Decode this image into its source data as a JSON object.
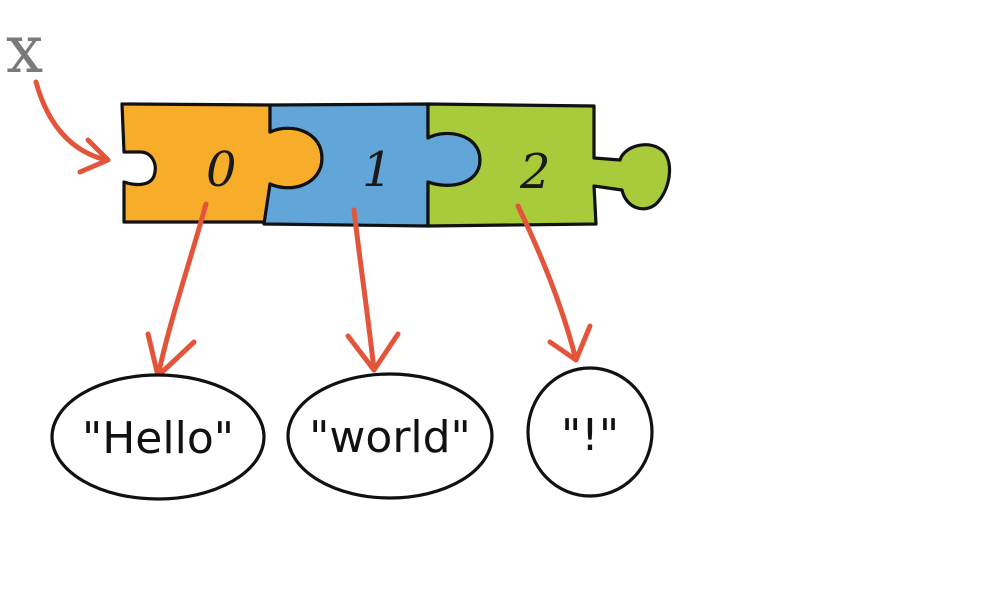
{
  "variable": {
    "name": "x"
  },
  "list": {
    "slots": [
      {
        "index": "0",
        "color": "#f7ad2a"
      },
      {
        "index": "1",
        "color": "#62a5d8"
      },
      {
        "index": "2",
        "color": "#a8cb3b"
      }
    ]
  },
  "values": [
    {
      "text": "\"Hello\""
    },
    {
      "text": "\"world\""
    },
    {
      "text": "\"!\""
    }
  ],
  "colors": {
    "arrow": "#e2553b",
    "outline": "#111111",
    "variable": "#7a7a7a"
  }
}
